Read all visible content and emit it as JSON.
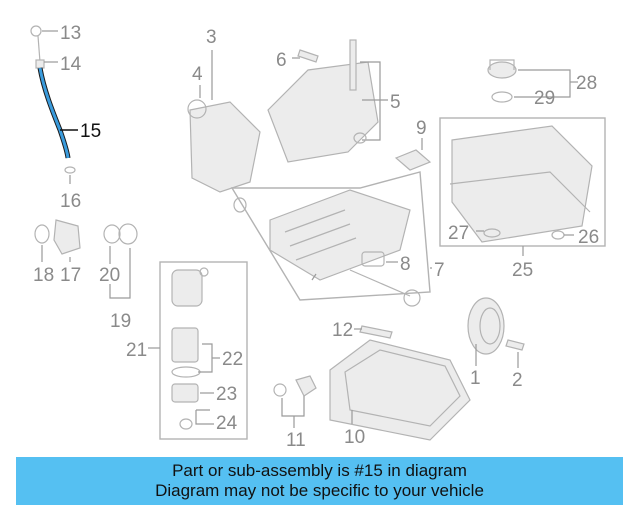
{
  "diagram": {
    "highlight_color": "#3a9bdc",
    "highlighted_part": "15",
    "callouts": [
      "1",
      "2",
      "3",
      "4",
      "5",
      "6",
      "7",
      "8",
      "9",
      "10",
      "11",
      "12",
      "13",
      "14",
      "15",
      "16",
      "17",
      "18",
      "19",
      "20",
      "21",
      "22",
      "23",
      "24",
      "25",
      "26",
      "27",
      "28",
      "29"
    ]
  },
  "banner": {
    "line1": "Part or sub-assembly is #15 in diagram",
    "line2": "Diagram may not be specific to your vehicle",
    "background": "#55c0f2"
  }
}
